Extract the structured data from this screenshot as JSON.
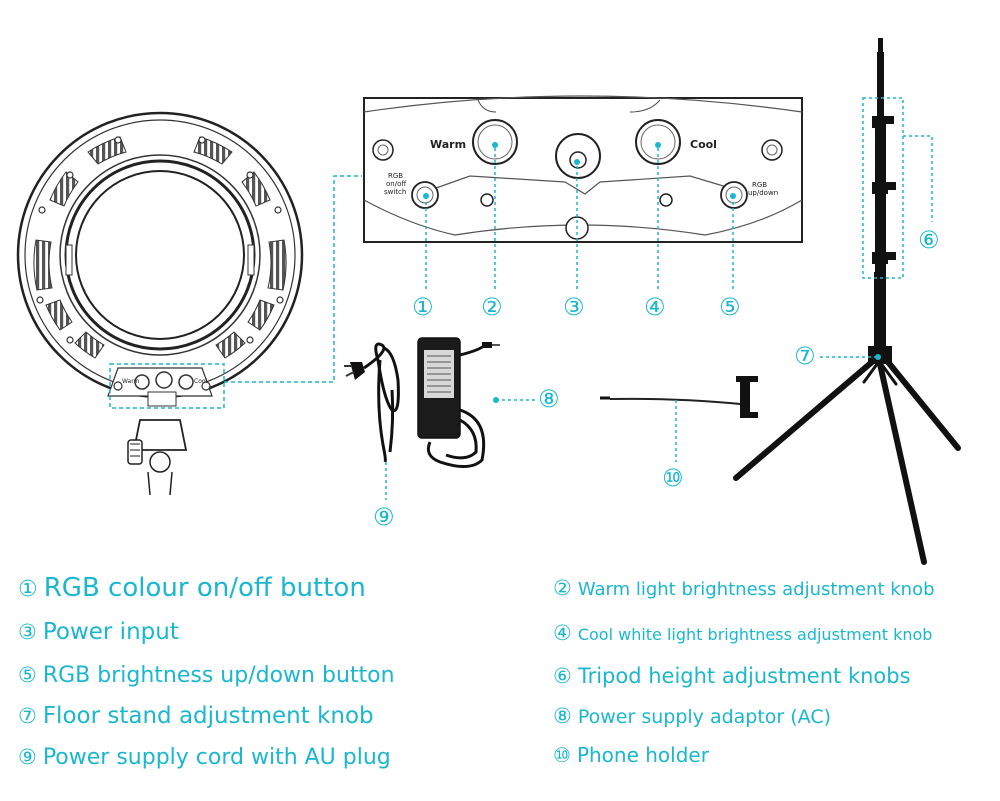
{
  "panel": {
    "warm": "Warm",
    "cool": "Cool",
    "rgb_switch": [
      "RGB",
      "on/off",
      "switch"
    ],
    "rgb_updown": [
      "RGB",
      "up/down"
    ]
  },
  "ring_panel": {
    "warm": "Warm",
    "cool": "Cool"
  },
  "callouts": [
    "①",
    "②",
    "③",
    "④",
    "⑤",
    "⑥",
    "⑦",
    "⑧",
    "⑨",
    "⑩"
  ],
  "legend": [
    {
      "num": "①",
      "text": "RGB colour on/off button"
    },
    {
      "num": "②",
      "text": "Warm light brightness adjustment knob"
    },
    {
      "num": "③",
      "text": "Power input"
    },
    {
      "num": "④",
      "text": "Cool white light brightness adjustment knob"
    },
    {
      "num": "⑤",
      "text": "RGB brightness up/down button"
    },
    {
      "num": "⑥",
      "text": "Tripod height adjustment knobs"
    },
    {
      "num": "⑦",
      "text": "Floor stand adjustment knob"
    },
    {
      "num": "⑧",
      "text": "Power supply adaptor (AC)"
    },
    {
      "num": "⑨",
      "text": "Power supply cord with AU plug"
    },
    {
      "num": "⑩",
      "text": "Phone holder"
    }
  ],
  "colors": {
    "accent": "#1ab7cf",
    "line": "#222222"
  }
}
